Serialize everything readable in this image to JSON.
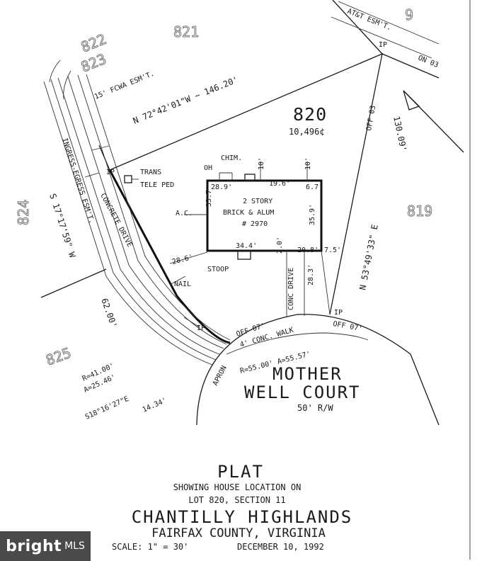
{
  "lots": {
    "subject": "820",
    "area": "10,496¢",
    "n821": "821",
    "n822": "822",
    "n823": "823",
    "n824": "824",
    "n825": "825",
    "n819": "819",
    "n9": "9"
  },
  "bearings": {
    "north_line": "N 72°42'01\"W ~ 146.20'",
    "west_line": "S 17°17'59\" W",
    "east_line": "N 53°49'33\" E",
    "east_dist": "130.09'",
    "west_dist": "62.00'",
    "south_line": "S18°16'27\"E",
    "south_dist": "14.34'"
  },
  "easements": {
    "att": "AT&T ESM'T.",
    "fcwa": "15' FCWA ESM'T.",
    "ingress": "INGRESS-EGRESS ESM'T.",
    "ip": "IP",
    "on_03": "ON 03",
    "off_03": "OFF 03",
    "off_07": "OFF 07'"
  },
  "house": {
    "label1": "2 STORY",
    "label2": "BRICK & ALUM",
    "label3": "# 2970",
    "chim": "CHIM.",
    "oh": "OH",
    "ac": "A.C.",
    "d289": "28.9'",
    "d196": "19.6'",
    "d67": "6.7'",
    "d337": "33.7'",
    "d359": "35.9'",
    "d344": "34.4'",
    "d20": "2.0'",
    "d208": "20.8'",
    "d75": "7.5'",
    "d10a": "10'",
    "d10b": "10'"
  },
  "features": {
    "trans": "TRANS",
    "tele_ped": "TELE PED",
    "concrete_drive": "CONCRETE DRIVE",
    "nail": "NAIL",
    "stoop": "STOOP",
    "d286": "28.6'",
    "conc_drive": "CONC DRIVE",
    "d283": "28.3'",
    "conc_walk": "4' CONC. WALK",
    "apron": "APRON",
    "curve_r55": "R=55.00' A=55.57'",
    "curve_r41": "R=41.00'",
    "curve_a25": "A=25.46'"
  },
  "street": {
    "name1": "MOTHER",
    "name2": "WELL COURT",
    "row": "50' R/W"
  },
  "title": {
    "plat": "PLAT",
    "showing": "SHOWING HOUSE LOCATION ON",
    "lot": "LOT 820, SECTION 11",
    "subdivision": "CHANTILLY HIGHLANDS",
    "county": "FAIRFAX COUNTY, VIRGINIA",
    "scale": "SCALE: 1\" = 30'",
    "date": "DECEMBER 10, 1992"
  },
  "watermark": {
    "brand": "bright",
    "mls": "MLS"
  }
}
